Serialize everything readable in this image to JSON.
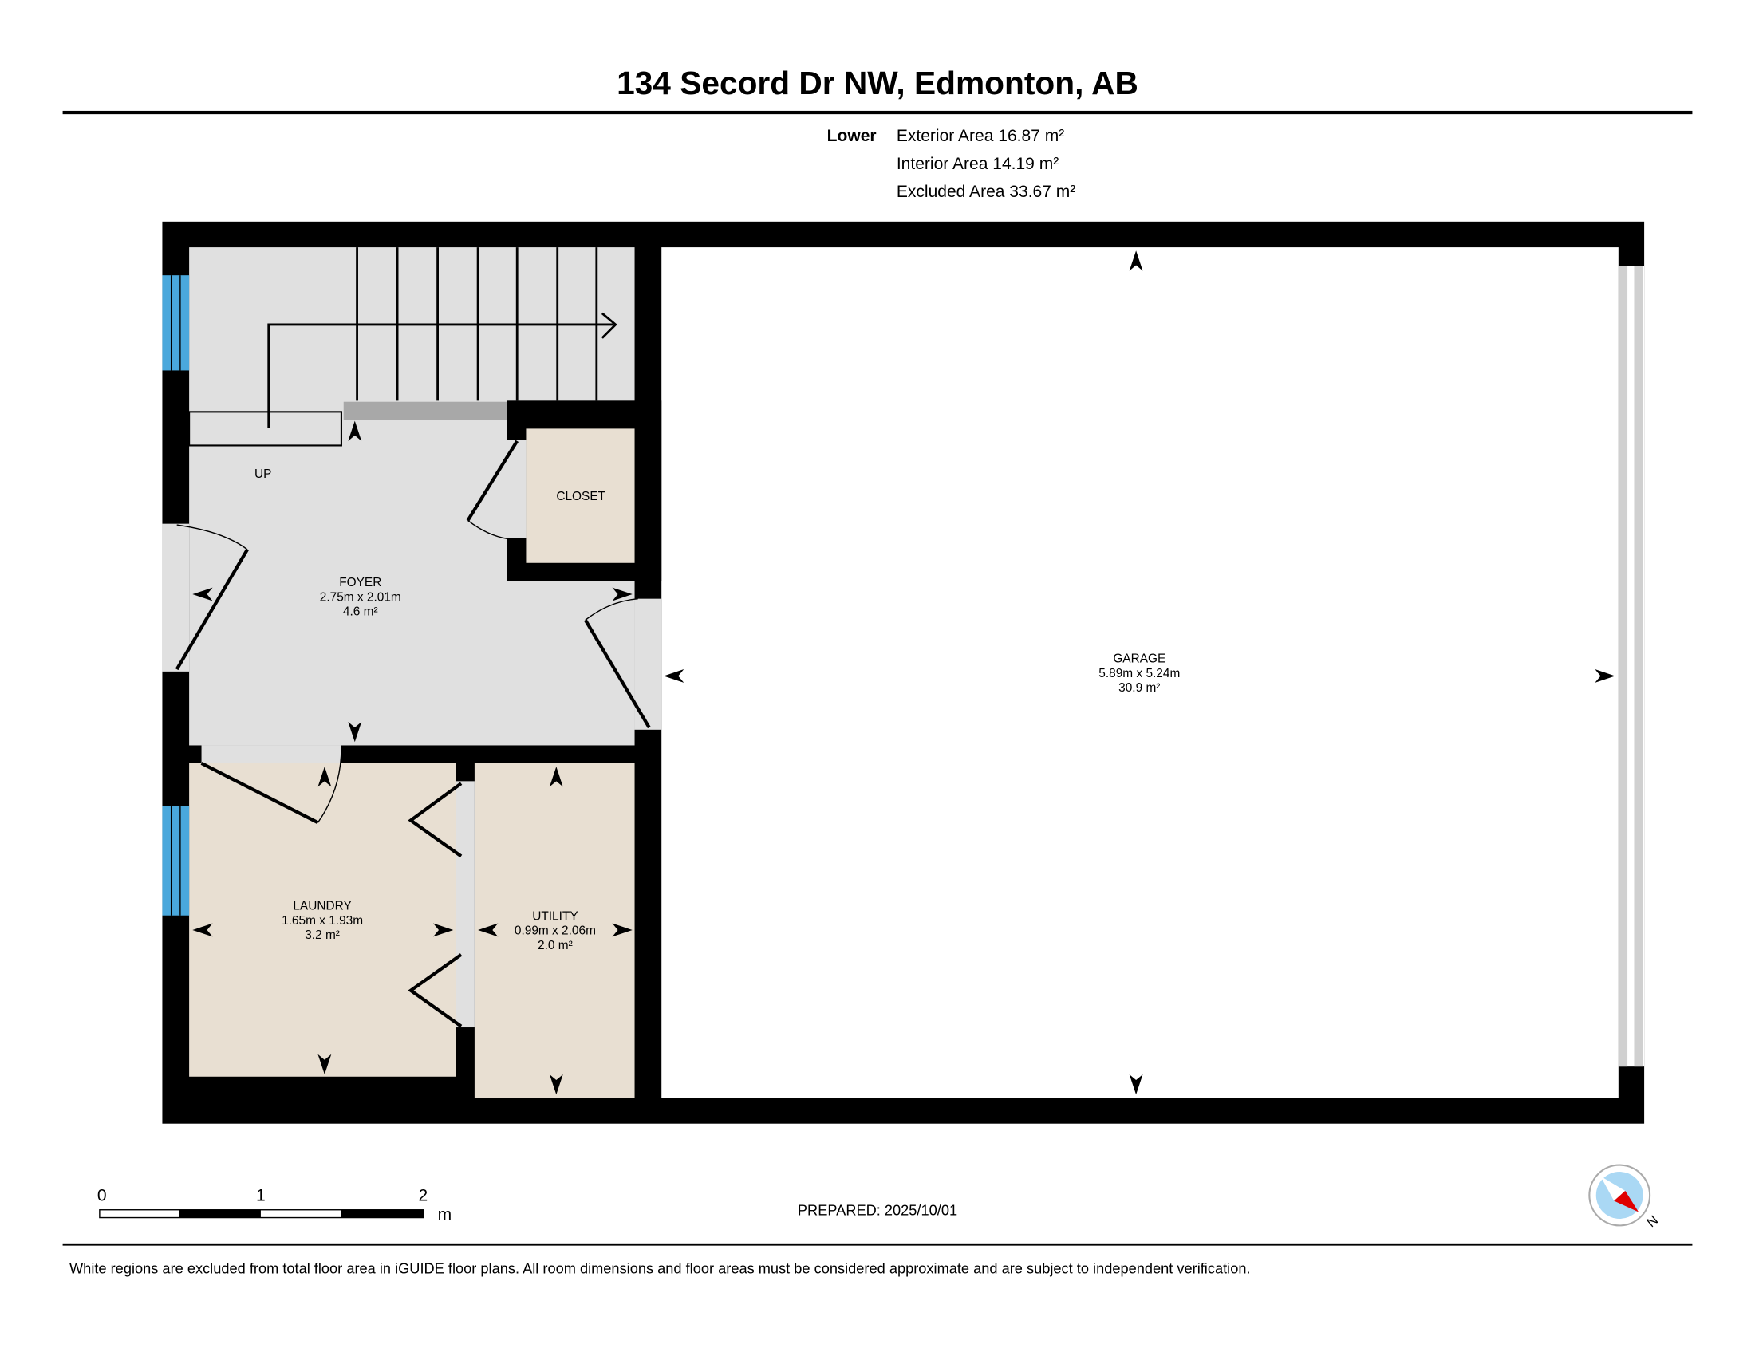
{
  "title": "134 Secord Dr NW, Edmonton, AB",
  "summary": {
    "level": "Lower",
    "exterior": "Exterior Area 16.87 m²",
    "interior": "Interior Area 14.19 m²",
    "excluded": "Excluded Area 33.67 m²"
  },
  "rooms": {
    "up": "UP",
    "closet": {
      "name": "CLOSET"
    },
    "foyer": {
      "name": "FOYER",
      "dims": "2.75m x 2.01m",
      "area": "4.6 m²"
    },
    "garage": {
      "name": "GARAGE",
      "dims": "5.89m x 5.24m",
      "area": "30.9 m²"
    },
    "laundry": {
      "name": "LAUNDRY",
      "dims": "1.65m x 1.93m",
      "area": "3.2 m²"
    },
    "utility": {
      "name": "UTILITY",
      "dims": "0.99m x 2.06m",
      "area": "2.0 m²"
    }
  },
  "scale": {
    "t0": "0",
    "t1": "1",
    "t2": "2",
    "unit": "m"
  },
  "prepared": "PREPARED: 2025/10/01",
  "compass": {
    "label": "N"
  },
  "footer": "White regions are excluded from total floor area in iGUIDE floor plans. All room dimensions and floor areas must be considered approximate and are subject to independent verification.",
  "colors": {
    "wall": "#000000",
    "foyer": "#e0e0e0",
    "room": "#e8dfd2",
    "window": "#4aa8dc",
    "compass_red": "#e00000",
    "compass_blue": "#aad8f4"
  }
}
